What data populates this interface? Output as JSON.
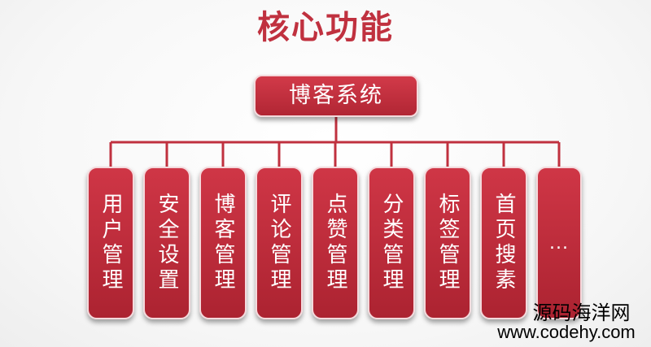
{
  "title": "核心功能",
  "root": {
    "label": "博客系统"
  },
  "children": [
    {
      "label": "用户管理"
    },
    {
      "label": "安全设置"
    },
    {
      "label": "博客管理"
    },
    {
      "label": "评论管理"
    },
    {
      "label": "点赞管理"
    },
    {
      "label": "分类管理"
    },
    {
      "label": "标签管理"
    },
    {
      "label": "首页搜素"
    },
    {
      "label": "..."
    }
  ],
  "watermark": {
    "line1": "源码海洋网",
    "line2": "www.codehy.com"
  },
  "colors": {
    "title": "#c0313f",
    "box": "#c02f3e",
    "connector": "#c0313f"
  }
}
